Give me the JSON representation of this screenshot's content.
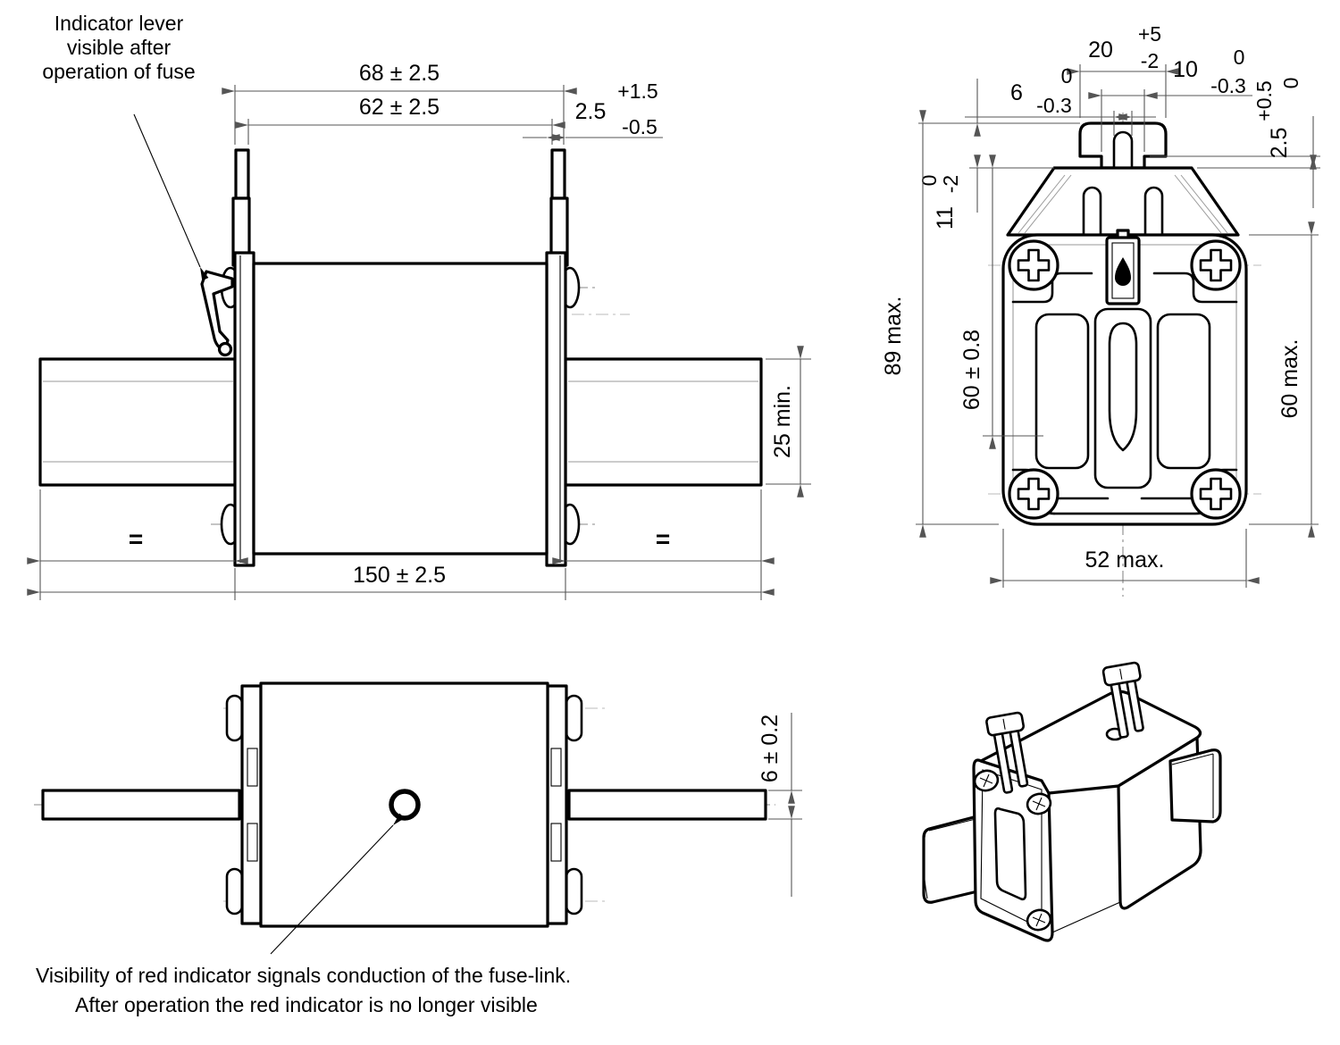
{
  "drawing": {
    "type": "technical-dimension-drawing",
    "subject": "NH blade-contact fuse-link with operation indicator",
    "units_implied": "mm",
    "colors": {
      "line": "#000000",
      "dimension": "#555555",
      "centerline": "#8a8a8a",
      "background": "#ffffff"
    }
  },
  "annotations": {
    "indicator_lever": {
      "line1": "Indicator lever",
      "line2": "visible after",
      "line3": "operation of fuse"
    },
    "red_indicator": {
      "line1": "Visibility of red indicator signals conduction of the fuse-link.",
      "line2": "After operation the red indicator is no longer visible"
    }
  },
  "side_view": {
    "dim_blade_span": "68 ± 2.5",
    "dim_body_span": "62 ± 2.5",
    "dim_plate_offset": {
      "value": "2.5",
      "tol_plus": "+1.5",
      "tol_minus": "-0.5"
    },
    "dim_terminal_height": "25 min.",
    "dim_overall_length": "150 ± 2.5",
    "equal_left": "=",
    "equal_right": "="
  },
  "end_view": {
    "dim_blade_width": {
      "value": "20",
      "tol_plus": "+5",
      "tol_minus": "-2"
    },
    "dim_slot_width": {
      "value": "6",
      "tol_plus": "0",
      "tol_minus": "-0.3"
    },
    "dim_blade_root_width": {
      "value": "10",
      "tol_plus": "0",
      "tol_minus": "-0.3"
    },
    "dim_step_height": {
      "value": "2.5",
      "tol_plus": "+0.5",
      "tol_minus": "0"
    },
    "dim_blade_height": {
      "value": "11",
      "tol_plus": "0",
      "tol_minus": "-2"
    },
    "dim_overall_height": "89 max.",
    "dim_groove_height": "60 ± 0.8",
    "dim_body_height": "60 max.",
    "dim_body_width": "52 max."
  },
  "top_view": {
    "dim_blade_thickness": "6 ± 0.2"
  }
}
